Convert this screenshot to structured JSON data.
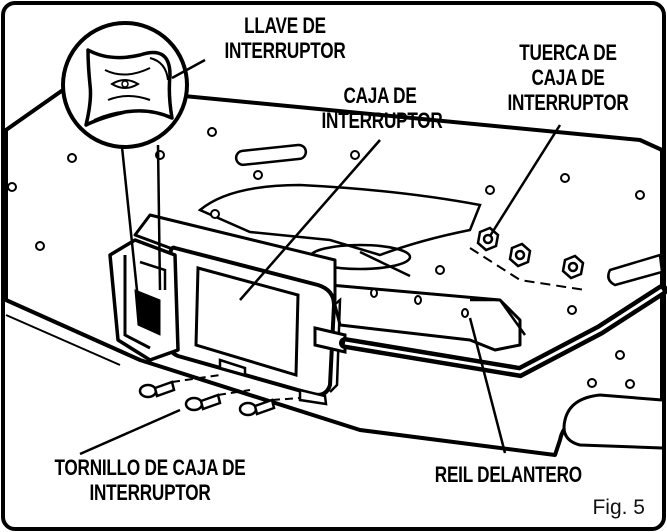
{
  "labels": {
    "llave_line1": "LLAVE DE",
    "llave_line2": "INTERRUPTOR",
    "caja_line1": "CAJA DE",
    "caja_line2": "INTERRUPTOR",
    "tuerca_line1": "TUERCA DE",
    "tuerca_line2": "CAJA DE",
    "tuerca_line3": "INTERRUPTOR",
    "tornillo_line1": "TORNILLO DE CAJA DE",
    "tornillo_line2": "INTERRUPTOR",
    "reil": "REIL DELANTERO"
  },
  "figure": {
    "caption": "Fig. 5"
  }
}
